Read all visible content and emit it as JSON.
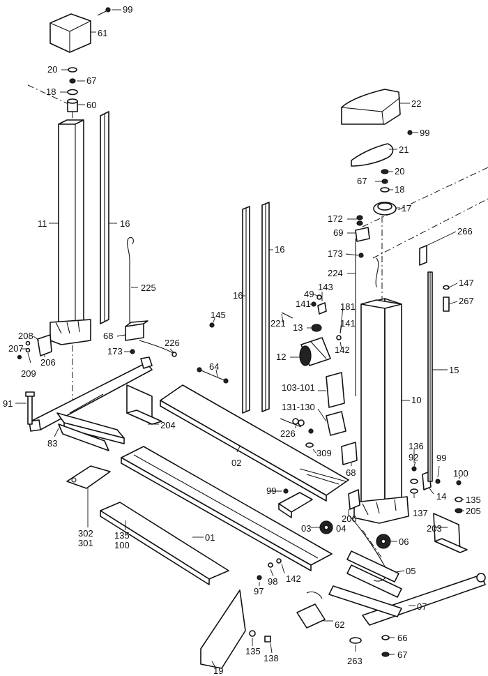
{
  "labels": [
    {
      "name": "99"
    },
    {
      "name": "61"
    },
    {
      "name": "20"
    },
    {
      "name": "67"
    },
    {
      "name": "18"
    },
    {
      "name": "60"
    },
    {
      "name": "11"
    },
    {
      "name": "16"
    },
    {
      "name": "225"
    },
    {
      "name": "68"
    },
    {
      "name": "173"
    },
    {
      "name": "226"
    },
    {
      "name": "208"
    },
    {
      "name": "207"
    },
    {
      "name": "209"
    },
    {
      "name": "206"
    },
    {
      "name": "91"
    },
    {
      "name": "83"
    },
    {
      "name": "204"
    },
    {
      "name": "64"
    },
    {
      "name": "145"
    },
    {
      "name": "16"
    },
    {
      "name": "16"
    },
    {
      "name": "02"
    },
    {
      "name": "302"
    },
    {
      "name": "301"
    },
    {
      "name": "135"
    },
    {
      "name": "100"
    },
    {
      "name": "01"
    },
    {
      "name": "99"
    },
    {
      "name": "03"
    },
    {
      "name": "04"
    },
    {
      "name": "97"
    },
    {
      "name": "98"
    },
    {
      "name": "142"
    },
    {
      "name": "19"
    },
    {
      "name": "135"
    },
    {
      "name": "138"
    },
    {
      "name": "62"
    },
    {
      "name": "263"
    },
    {
      "name": "66"
    },
    {
      "name": "67"
    },
    {
      "name": "07"
    },
    {
      "name": "05"
    },
    {
      "name": "06"
    },
    {
      "name": "206"
    },
    {
      "name": "137"
    },
    {
      "name": "203"
    },
    {
      "name": "135"
    },
    {
      "name": "205"
    },
    {
      "name": "100"
    },
    {
      "name": "14"
    },
    {
      "name": "99"
    },
    {
      "name": "92"
    },
    {
      "name": "136"
    },
    {
      "name": "68"
    },
    {
      "name": "309"
    },
    {
      "name": "226"
    },
    {
      "name": "131-130"
    },
    {
      "name": "103-101"
    },
    {
      "name": "10"
    },
    {
      "name": "12"
    },
    {
      "name": "13"
    },
    {
      "name": "221"
    },
    {
      "name": "141"
    },
    {
      "name": "49"
    },
    {
      "name": "143"
    },
    {
      "name": "181"
    },
    {
      "name": "141"
    },
    {
      "name": "142"
    },
    {
      "name": "224"
    },
    {
      "name": "173"
    },
    {
      "name": "69"
    },
    {
      "name": "172"
    },
    {
      "name": "17"
    },
    {
      "name": "18"
    },
    {
      "name": "67"
    },
    {
      "name": "20"
    },
    {
      "name": "21"
    },
    {
      "name": "99"
    },
    {
      "name": "22"
    },
    {
      "name": "266"
    },
    {
      "name": "147"
    },
    {
      "name": "267"
    },
    {
      "name": "15"
    }
  ]
}
